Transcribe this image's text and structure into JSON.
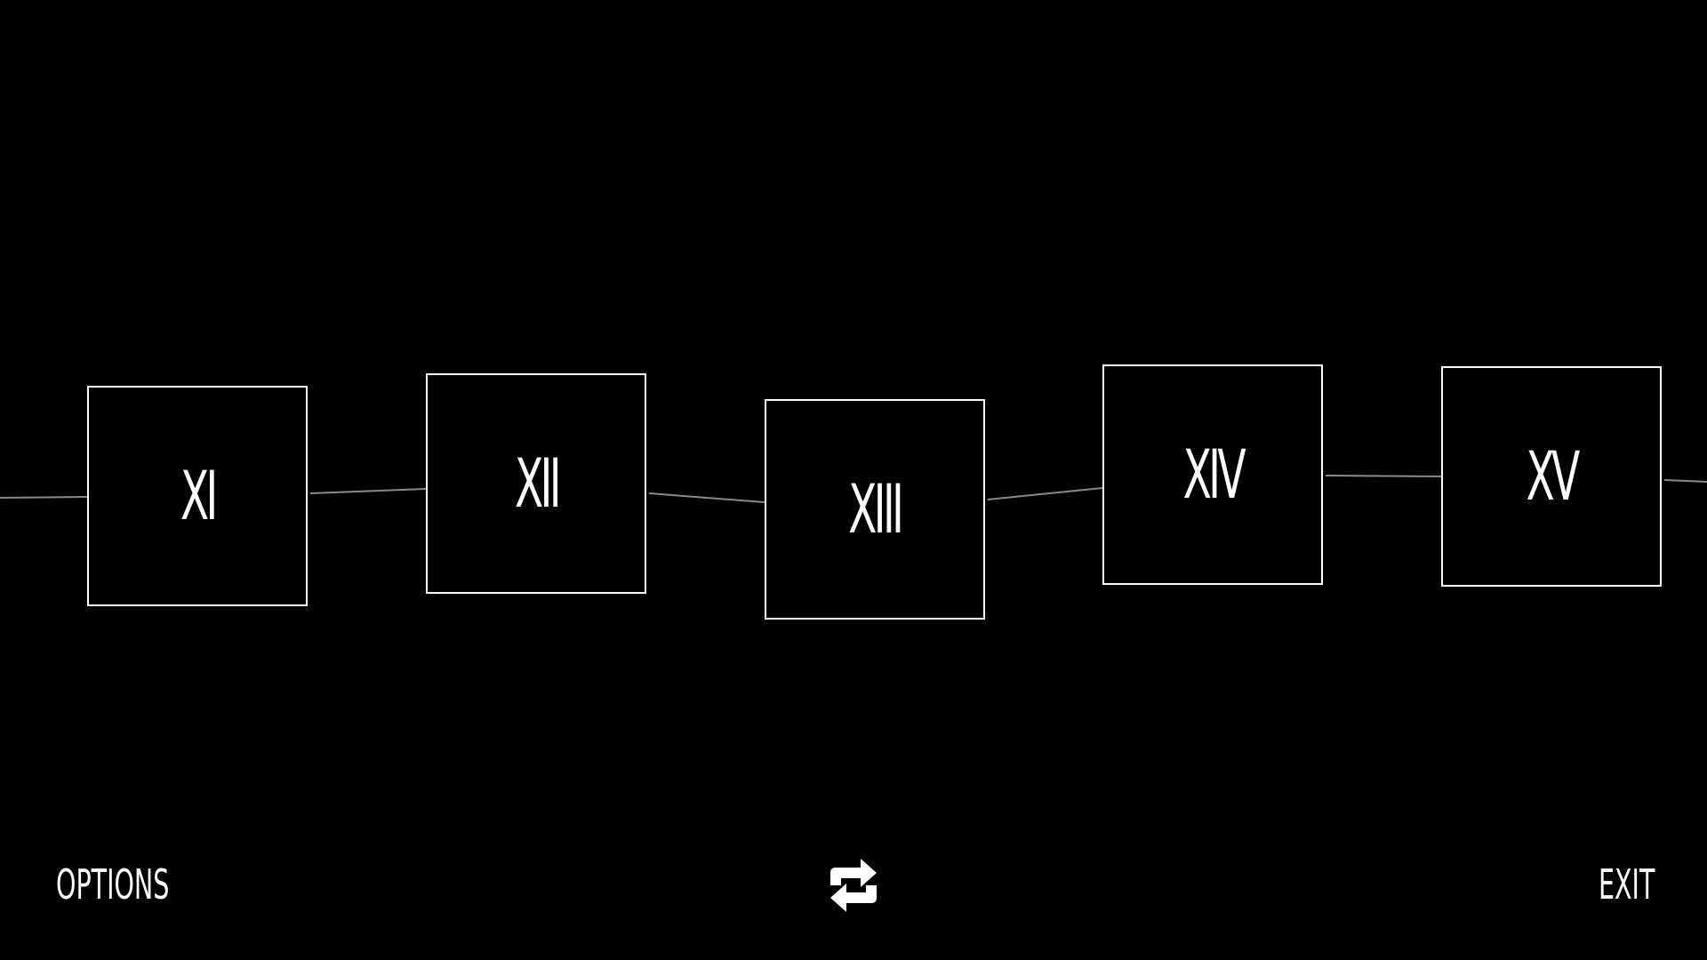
{
  "levels": [
    {
      "label": "XI"
    },
    {
      "label": "XII"
    },
    {
      "label": "XIII"
    },
    {
      "label": "XIV"
    },
    {
      "label": "XV"
    }
  ],
  "footer": {
    "options_label": "OPTIONS",
    "restart_icon": "restart-cycle-icon",
    "exit_label": "EXIT"
  },
  "colors": {
    "background": "#000000",
    "foreground": "#ffffff",
    "connector": "#8a8a8a"
  }
}
